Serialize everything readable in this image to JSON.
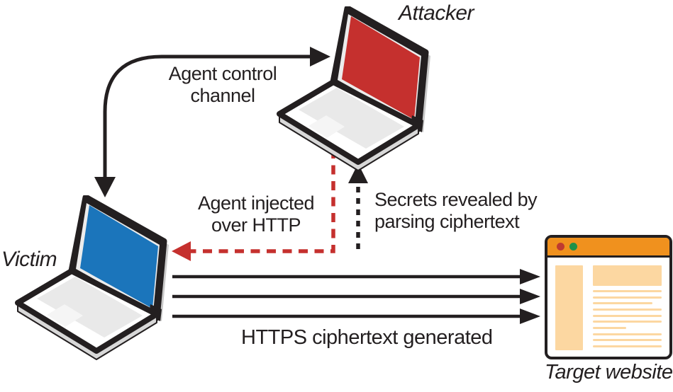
{
  "colors": {
    "ink": "#231f20",
    "red": "#c5302e",
    "blue": "#1b75bb",
    "orange": "#f0911e",
    "peach": "#fcd7a1",
    "dot_red": "#bf3a30",
    "dot_green": "#1e9148"
  },
  "nodes": {
    "attacker": {
      "label": "Attacker"
    },
    "victim": {
      "label": "Victim"
    },
    "target_website": {
      "label": "Target website"
    }
  },
  "edges": {
    "agent_control": {
      "line1": "Agent control",
      "line2": "channel"
    },
    "agent_injected": {
      "line1": "Agent injected",
      "line2": "over HTTP"
    },
    "secrets_revealed": {
      "line1": "Secrets revealed by",
      "line2": "parsing ciphertext"
    },
    "https_ciphertext": {
      "label": "HTTPS ciphertext generated"
    }
  }
}
